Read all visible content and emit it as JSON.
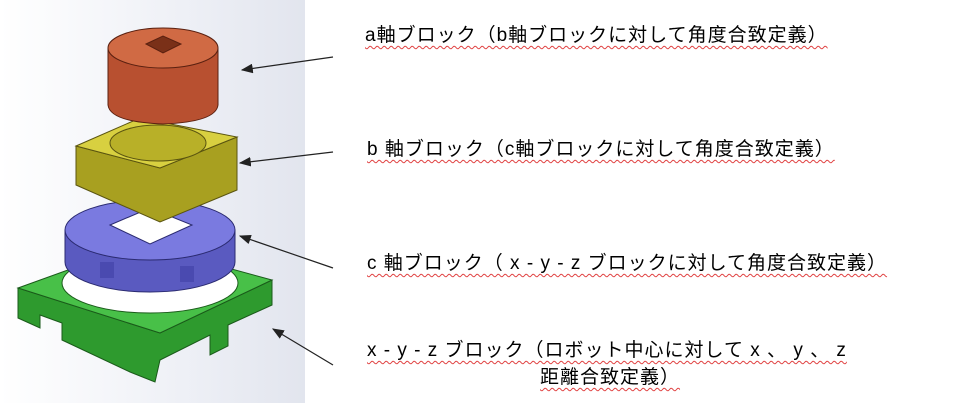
{
  "labels": {
    "a_block": "a軸ブロック（b軸ブロックに対して角度合致定義）",
    "b_block": "b 軸ブロック（c軸ブロックに対して角度合致定義）",
    "c_block": "c 軸ブロック（ x - y - z ブロックに対して角度合致定義）",
    "xyz_block_line1": "x - y - z ブロック（ロボット中心に対して x 、 y 、 z",
    "xyz_block_line2": "距離合致定義）"
  },
  "colors": {
    "a_block": "#c8603a",
    "b_block": "#c8c030",
    "c_block": "#6a6ad0",
    "xyz_block": "#3cb43c"
  }
}
